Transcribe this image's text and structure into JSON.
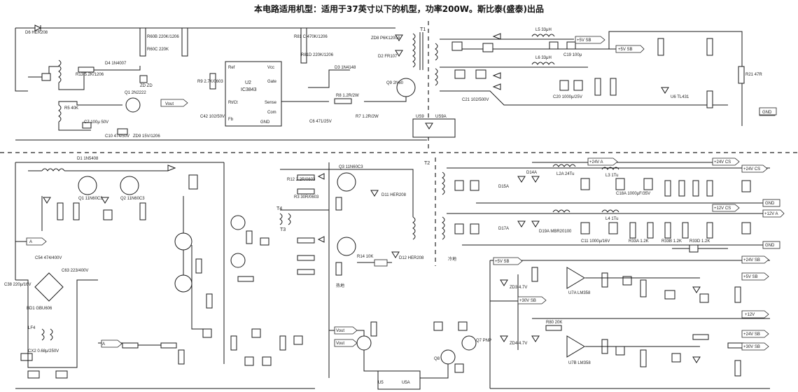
{
  "title": "本电路适用机型：适用于37英寸以下的机型，功率200W。斯比泰(盛泰)出品",
  "ic": {
    "name": "U2",
    "part": "IC3843",
    "pins": [
      "Ref",
      "Vcc",
      "Gate",
      "Sense",
      "Com",
      "Rt/Ct",
      "Fb",
      "GND"
    ]
  },
  "components": [
    "D6 HER208",
    "R13 5.2K/1206",
    "D4 1N4007",
    "ZD ZD",
    "R5 40K",
    "Q1 2N2222",
    "C7 100μ 50V",
    "C10 474/50V",
    "ZD9 15V/1206",
    "R9 2.7K/0603",
    "C42 102/50V",
    "R81 C 470K/1206",
    "R60B 220K/1206",
    "R60C 220K",
    "R81D 220K/1206",
    "ZD8 P6K1200A",
    "D2 FR107",
    "D3 1N4148",
    "Q9 2N60",
    "C6 471/25V",
    "R8 1.2R/2W",
    "R7 1.2R/2W",
    "US9",
    "US9A",
    "L5 33μH",
    "L6 33μH",
    "C19 100μ",
    "C20 1000μ/25V",
    "C21 102/500V",
    "U6 TL431",
    "R21 47R",
    "D1 1N5408",
    "Q1 11N60C3",
    "Q2 11N60C3",
    "Q3 11N60C3",
    "R3 30R/0603",
    "R12 2.2R/0603",
    "D11 HER208",
    "D12 HER208",
    "R14 10K",
    "T2",
    "T3",
    "T4",
    "D14A",
    "D15A",
    "D17A",
    "D19A MBR20100",
    "L2A 24Tu",
    "L3 1Tu",
    "L4 1Tu",
    "C18A 1000μF/35V",
    "C11 1000μ/16V",
    "R33A 1.2K",
    "R33B 1.2K",
    "R33D 1.2K",
    "C54 474/400V",
    "C63 223/400V",
    "BD1 GBU606",
    "LF4",
    "CX2 0.68μ/250V",
    "U7A LM358",
    "U7B LM358",
    "R80 20K",
    "ZD3 4.7V",
    "ZD4 4.7V",
    "Q7 PNP",
    "Q8",
    "U5",
    "U5A",
    "C38 220μ/16V"
  ],
  "net_labels": [
    "A",
    "Vout",
    "GND",
    "+5V SB",
    "+24V A",
    "+24V CS",
    "+12V CS",
    "+12V A",
    "GND",
    "+5V SB",
    "+24V SB",
    "+30V SB",
    "+12V",
    "热地",
    "冷地"
  ],
  "transformers": [
    "T1",
    "T2"
  ]
}
